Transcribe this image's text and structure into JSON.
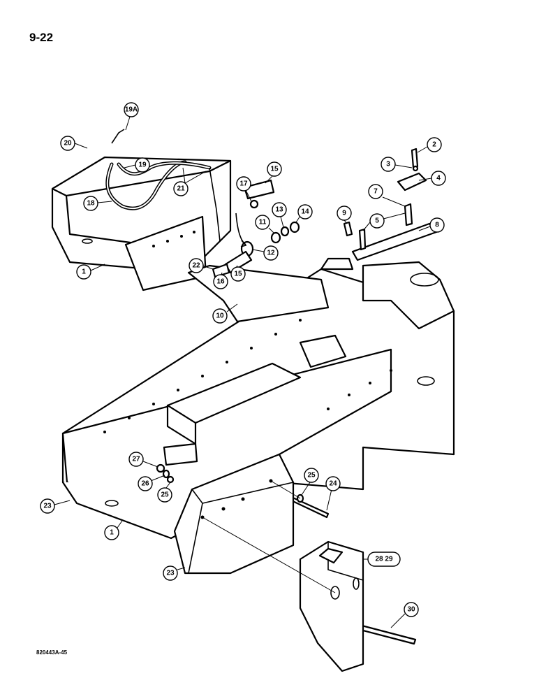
{
  "page_number": "9-22",
  "document_code": "820443A-45",
  "callouts": [
    "1",
    "2",
    "3",
    "4",
    "5",
    "7",
    "8",
    "9",
    "10",
    "11",
    "12",
    "13",
    "14",
    "15",
    "15",
    "16",
    "17",
    "18",
    "19",
    "19A",
    "20",
    "21",
    "22",
    "23",
    "23",
    "24",
    "25",
    "25",
    "26",
    "27",
    "28 29",
    "30",
    "1"
  ]
}
